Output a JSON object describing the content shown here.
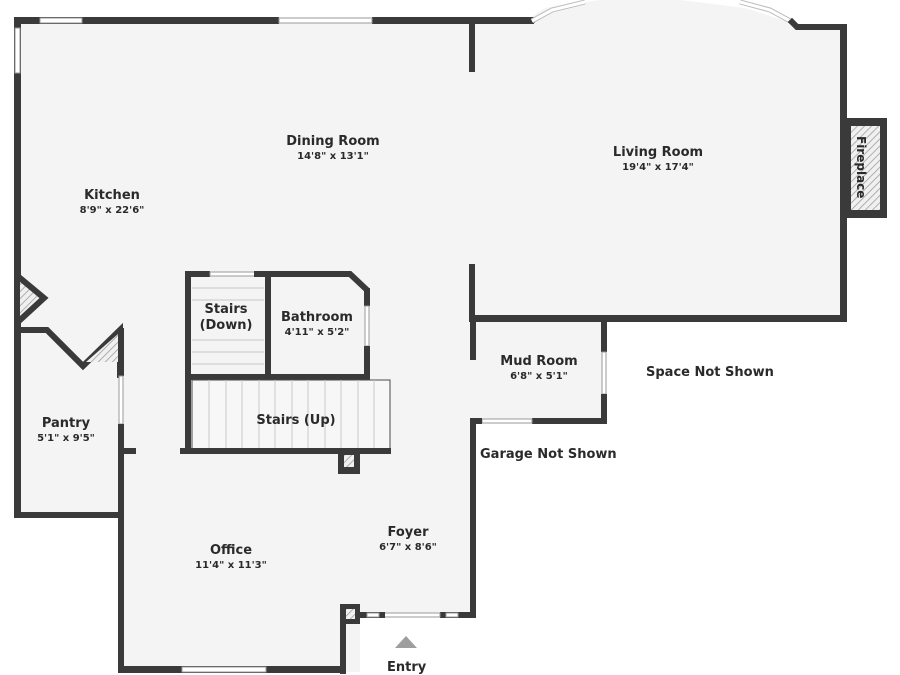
{
  "floorplan": {
    "rooms": [
      {
        "id": "kitchen",
        "name": "Kitchen",
        "dimensions": "8'9\" x 22'6\""
      },
      {
        "id": "dining",
        "name": "Dining Room",
        "dimensions": "14'8\" x 13'1\""
      },
      {
        "id": "living",
        "name": "Living Room",
        "dimensions": "19'4\" x 17'4\""
      },
      {
        "id": "stairs_down",
        "name": "Stairs (Down)"
      },
      {
        "id": "bathroom",
        "name": "Bathroom",
        "dimensions": "4'11\" x 5'2\""
      },
      {
        "id": "stairs_up",
        "name": "Stairs (Up)"
      },
      {
        "id": "pantry",
        "name": "Pantry",
        "dimensions": "5'1\" x 9'5\""
      },
      {
        "id": "mud_room",
        "name": "Mud Room",
        "dimensions": "6'8\" x 5'1\""
      },
      {
        "id": "office",
        "name": "Office",
        "dimensions": "11'4\" x 11'3\""
      },
      {
        "id": "foyer",
        "name": "Foyer",
        "dimensions": "6'7\" x 8'6\""
      }
    ],
    "stairs_down_lines": [
      "Stairs",
      "(Down)"
    ],
    "fireplace": "Fireplace",
    "notes": {
      "space_not_shown": "Space Not Shown",
      "garage_not_shown": "Garage Not Shown",
      "entry": "Entry"
    },
    "colors": {
      "wall": "#3a3a3a",
      "floor": "#f4f4f4",
      "entry_arrow": "#9e9e9e"
    }
  }
}
